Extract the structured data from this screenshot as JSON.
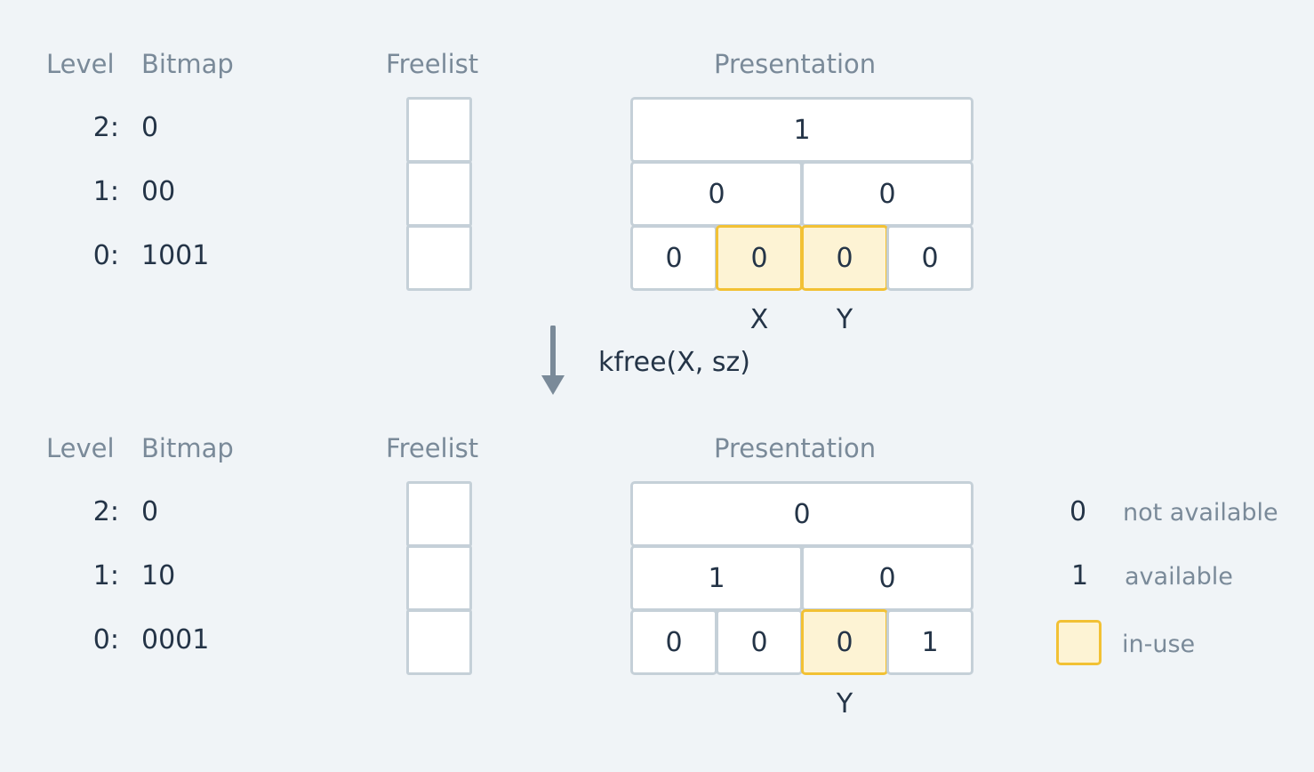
{
  "top": {
    "headers": {
      "level": "Level",
      "bitmap": "Bitmap",
      "freelist": "Freelist",
      "presentation": "Presentation"
    },
    "rows": [
      {
        "level": "2:",
        "bitmap": "0"
      },
      {
        "level": "1:",
        "bitmap": "00"
      },
      {
        "level": "0:",
        "bitmap": "1001"
      }
    ],
    "presentation": {
      "level2": [
        "1"
      ],
      "level1": [
        "0",
        "0"
      ],
      "level0": [
        "0",
        "0",
        "0",
        "0"
      ],
      "level0_inuse": [
        false,
        true,
        true,
        false
      ]
    },
    "markers": [
      "X",
      "Y"
    ]
  },
  "transition": {
    "label": "kfree(X, sz)"
  },
  "bottom": {
    "headers": {
      "level": "Level",
      "bitmap": "Bitmap",
      "freelist": "Freelist",
      "presentation": "Presentation"
    },
    "rows": [
      {
        "level": "2:",
        "bitmap": "0"
      },
      {
        "level": "1:",
        "bitmap": "10"
      },
      {
        "level": "0:",
        "bitmap": "0001"
      }
    ],
    "presentation": {
      "level2": [
        "0"
      ],
      "level1": [
        "1",
        "0"
      ],
      "level0": [
        "0",
        "0",
        "0",
        "1"
      ],
      "level0_inuse": [
        false,
        false,
        true,
        false
      ]
    },
    "markers": [
      "Y"
    ]
  },
  "legend": [
    {
      "symbol": "0",
      "label": "not available"
    },
    {
      "symbol": "1",
      "label": "available"
    },
    {
      "symbol": "",
      "label": "in-use"
    }
  ],
  "colors": {
    "background": "#f0f4f7",
    "cell_border": "#c5d0d8",
    "inuse_fill": "#fdf3d4",
    "inuse_border": "#f2c134",
    "header_text": "#7a8a99",
    "body_text": "#243447",
    "arrow": "#7a8a99"
  }
}
